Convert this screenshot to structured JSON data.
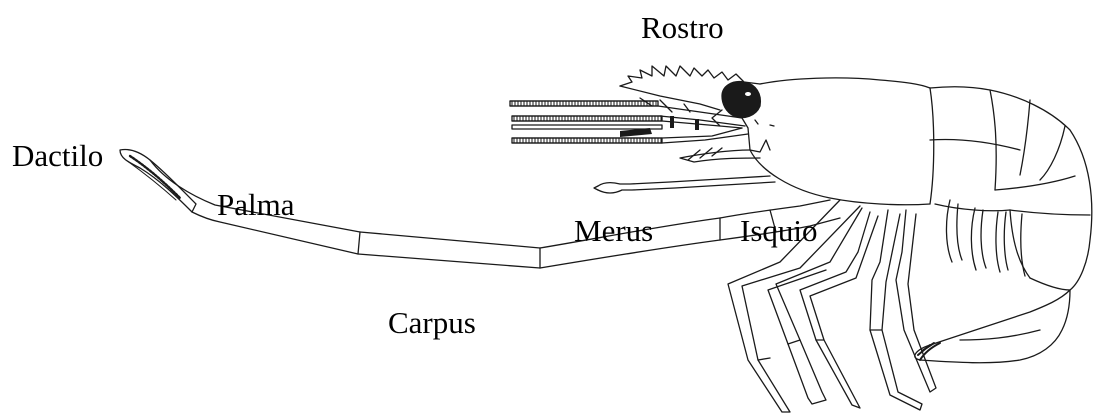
{
  "labels": {
    "rostro": "Rostro",
    "dactilo": "Dactilo",
    "palma": "Palma",
    "merus": "Merus",
    "isquio": "Isquio",
    "carpus": "Carpus"
  },
  "colors": {
    "line": "#1a1a1a",
    "background": "#ffffff",
    "eye": "#000000"
  }
}
